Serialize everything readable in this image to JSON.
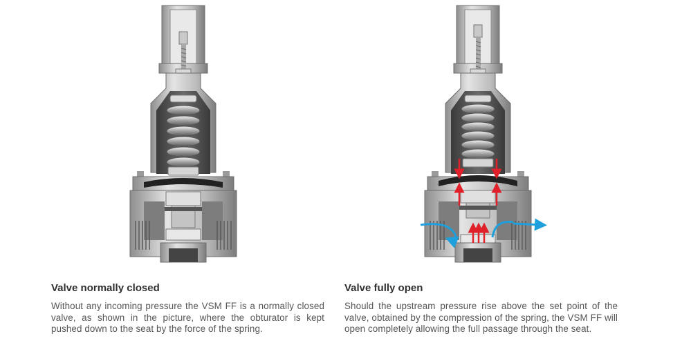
{
  "panels": [
    {
      "title": "Valve normally closed",
      "description": "Without any incoming pressure the VSM FF is a normally closed valve, as shown in the picture, where the obturator is kept pushed down to the seat by the force of the spring."
    },
    {
      "title": "Valve fully open",
      "description": "Should the upstream pressure rise above the set point of the valve, obtained by the compression of the spring, the VSM FF will open completely allowing the full passage through the seat."
    }
  ],
  "colors": {
    "body_metal": "#bdbdbd",
    "dark_metal": "#5a5a5a",
    "pressure_arrow": "#e0202a",
    "flow_arrow": "#1ea0dc"
  }
}
